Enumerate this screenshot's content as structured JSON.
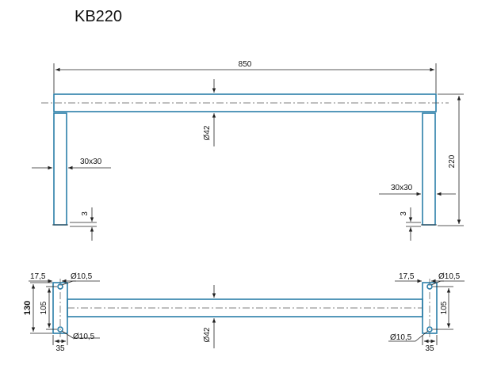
{
  "title": "KB220",
  "colors": {
    "tube": "#2b7ea8",
    "line": "#222222"
  },
  "front_view": {
    "length_label": "850",
    "height_label": "220",
    "tube_diameter_label": "Ø42",
    "leg_left_section_label": "30x30",
    "leg_right_section_label": "30x30",
    "foot_left_label": "3",
    "foot_right_label": "3"
  },
  "top_view": {
    "width_label": "130",
    "left_hole_spacing_label": "105",
    "right_hole_spacing_label": "105",
    "left_edge_label": "17,5",
    "right_edge_label": "17,5",
    "left_plate_width_label": "35",
    "right_plate_width_label": "35",
    "hole_top_left_label": "Ø10,5",
    "hole_bottom_left_label": "Ø10,5",
    "hole_top_right_label": "Ø10,5",
    "hole_bottom_right_label": "Ø10,5",
    "tube_diameter_label": "Ø42"
  }
}
